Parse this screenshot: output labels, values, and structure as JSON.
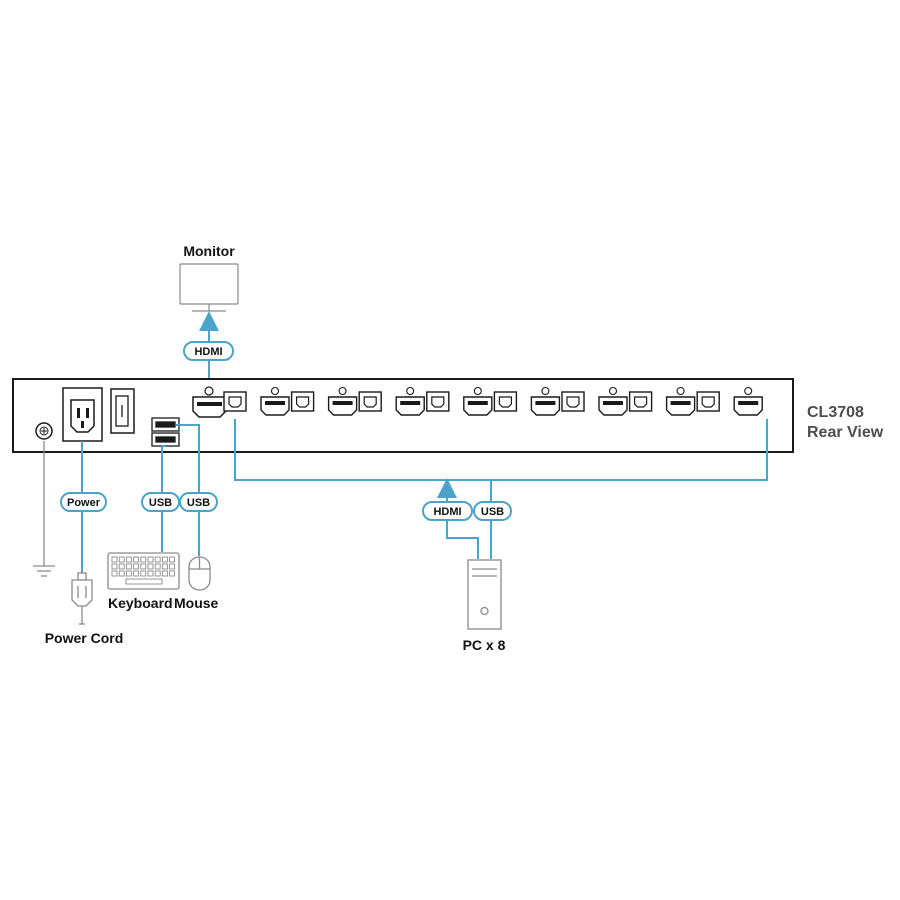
{
  "device": {
    "model": "CL3708",
    "view": "Rear View"
  },
  "labels": {
    "monitor": "Monitor",
    "keyboard": "Keyboard",
    "mouse": "Mouse",
    "power_cord": "Power Cord",
    "pc": "PC x 8"
  },
  "cables": {
    "hdmi_monitor": "HDMI",
    "usb_keyboard": "USB",
    "usb_mouse": "USB",
    "power": "Power",
    "hdmi_pc": "HDMI",
    "usb_pc": "USB"
  },
  "colors": {
    "cable": "#4aa3c8",
    "device_outline": "#1a1a1a",
    "device_fill": "#ffffff",
    "label_text": "#111111",
    "model_text": "#4d4d4d",
    "peripheral_stroke": "#8a8a8a"
  },
  "icons": {
    "monitor": "monitor-icon",
    "keyboard": "keyboard-icon",
    "mouse": "mouse-icon",
    "power_plug": "power-plug-icon",
    "ground": "ground-icon",
    "pc_tower": "pc-tower-icon"
  }
}
